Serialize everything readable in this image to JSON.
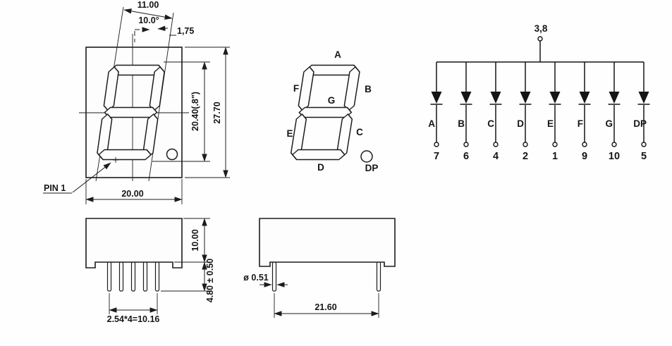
{
  "colors": {
    "line": "#1c1c1c",
    "background": "#ffffff"
  },
  "front_view": {
    "dim_digit_width": "11.00",
    "dim_tilt_angle": "10.0°",
    "dim_segment_width": "1,75",
    "dim_digit_height": "20.40(.8\")",
    "dim_overall_height": "27.70",
    "dim_overall_width": "20.00",
    "pin1_label": "PIN 1"
  },
  "segment_diagram": {
    "a": "A",
    "b": "B",
    "c": "C",
    "d": "D",
    "e": "E",
    "f": "F",
    "g": "G",
    "dp": "DP"
  },
  "schematic": {
    "common_pin_label": "3,8",
    "diodes": [
      {
        "segment": "A",
        "pin": "7"
      },
      {
        "segment": "B",
        "pin": "6"
      },
      {
        "segment": "C",
        "pin": "4"
      },
      {
        "segment": "D",
        "pin": "2"
      },
      {
        "segment": "E",
        "pin": "1"
      },
      {
        "segment": "F",
        "pin": "9"
      },
      {
        "segment": "G",
        "pin": "10"
      },
      {
        "segment": "DP",
        "pin": "5"
      }
    ]
  },
  "side_view": {
    "dim_body_height": "10.00",
    "dim_pin_length": "4.80 ± 0.50",
    "dim_pin_pitch": "2.54*4=10.16"
  },
  "end_view": {
    "dim_pin_diameter": "ø 0.51",
    "dim_pin_span": "21.60"
  }
}
